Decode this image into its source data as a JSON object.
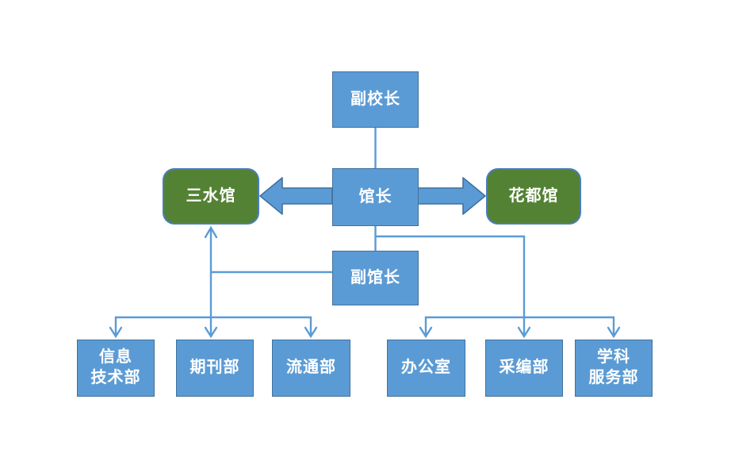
{
  "diagram": {
    "type": "org-chart",
    "background": "#FFFFFF"
  },
  "colors": {
    "blue_node_fill": "#5B9BD5",
    "blue_node_border": "#41719C",
    "green_node_fill": "#548235",
    "green_node_border": "#4A7EBB",
    "connector": "#5B9BD5",
    "block_arrow_fill": "#5B9BD5",
    "block_arrow_border": "#41719C",
    "label_text": "#FFFFFF",
    "background": "#FFFFFF"
  },
  "nodes": [
    {
      "id": "vice-principal",
      "label": "副校长",
      "shape": "rect-blue"
    },
    {
      "id": "director",
      "label": "馆长",
      "shape": "rect-blue"
    },
    {
      "id": "sanshui-branch",
      "label": "三水馆",
      "shape": "rounded-green"
    },
    {
      "id": "huadu-branch",
      "label": "花都馆",
      "shape": "rounded-green"
    },
    {
      "id": "deputy-director",
      "label": "副馆长",
      "shape": "rect-blue"
    },
    {
      "id": "info-tech-dept",
      "label": "信息\n技术部",
      "shape": "rect-blue"
    },
    {
      "id": "periodicals-dept",
      "label": "期刊部",
      "shape": "rect-blue"
    },
    {
      "id": "circulation-dept",
      "label": "流通部",
      "shape": "rect-blue"
    },
    {
      "id": "office",
      "label": "办公室",
      "shape": "rect-blue"
    },
    {
      "id": "acquisition-dept",
      "label": "采编部",
      "shape": "rect-blue"
    },
    {
      "id": "subject-service-dept",
      "label": "学科\n服务部",
      "shape": "rect-blue"
    }
  ],
  "edges": [
    {
      "from": "副校长",
      "to": "馆长",
      "style": "line"
    },
    {
      "from": "馆长",
      "to": "三水馆",
      "style": "block_arrow"
    },
    {
      "from": "馆长",
      "to": "花都馆",
      "style": "block_arrow"
    },
    {
      "from": "馆长",
      "to": "副馆长",
      "style": "line"
    },
    {
      "from": "副馆长",
      "to": "三水馆",
      "style": "arrow"
    },
    {
      "from": "副馆长",
      "to": "信息技术部",
      "style": "arrow"
    },
    {
      "from": "副馆长",
      "to": "期刊部",
      "style": "arrow"
    },
    {
      "from": "副馆长",
      "to": "流通部",
      "style": "arrow"
    },
    {
      "from": "馆长",
      "to": "办公室",
      "style": "arrow"
    },
    {
      "from": "馆长",
      "to": "采编部",
      "style": "arrow"
    },
    {
      "from": "馆长",
      "to": "学科服务部",
      "style": "arrow"
    }
  ]
}
